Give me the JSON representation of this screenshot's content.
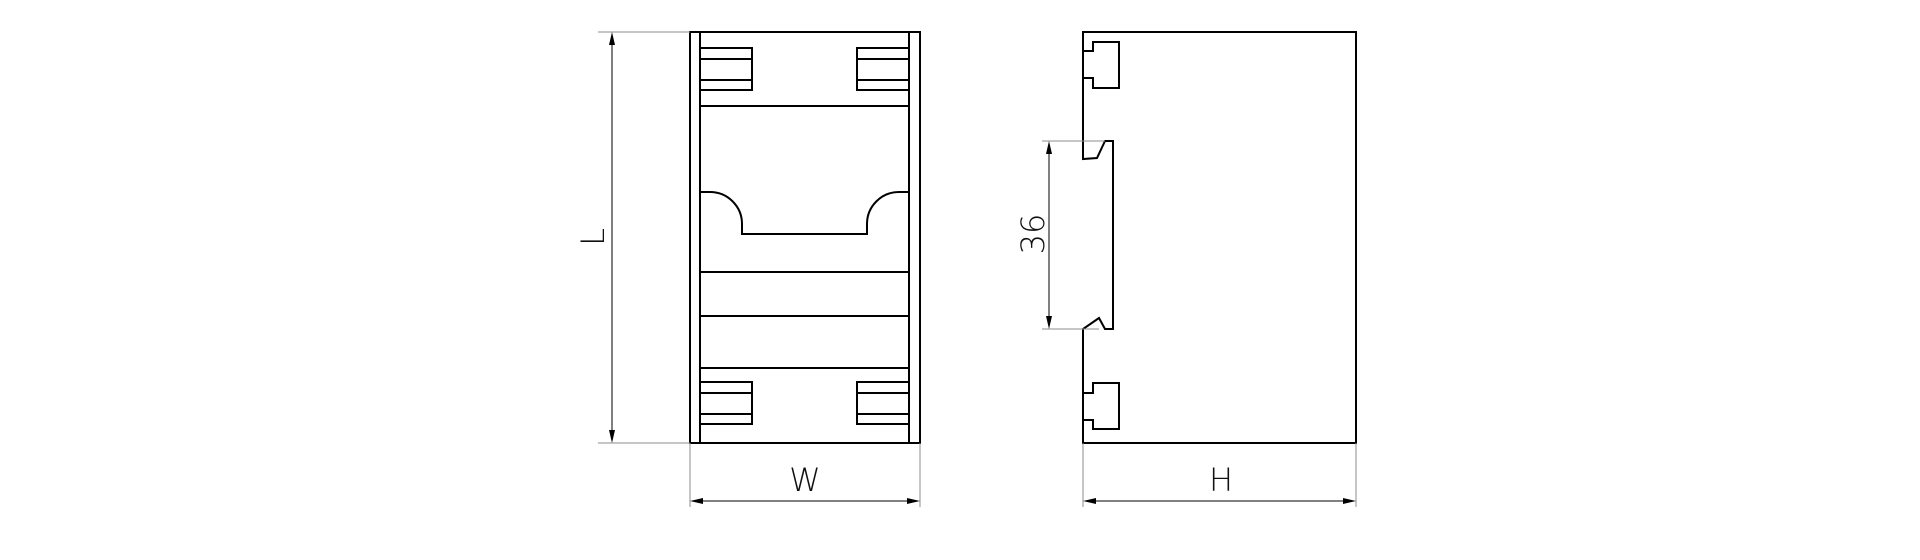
{
  "dimensions": {
    "length_label": "L",
    "width_label": "W",
    "height_label": "H",
    "rail_spacing_label": "36"
  },
  "colors": {
    "line": "#000000",
    "extension_line": "#8c8c8c",
    "background": "#ffffff"
  }
}
